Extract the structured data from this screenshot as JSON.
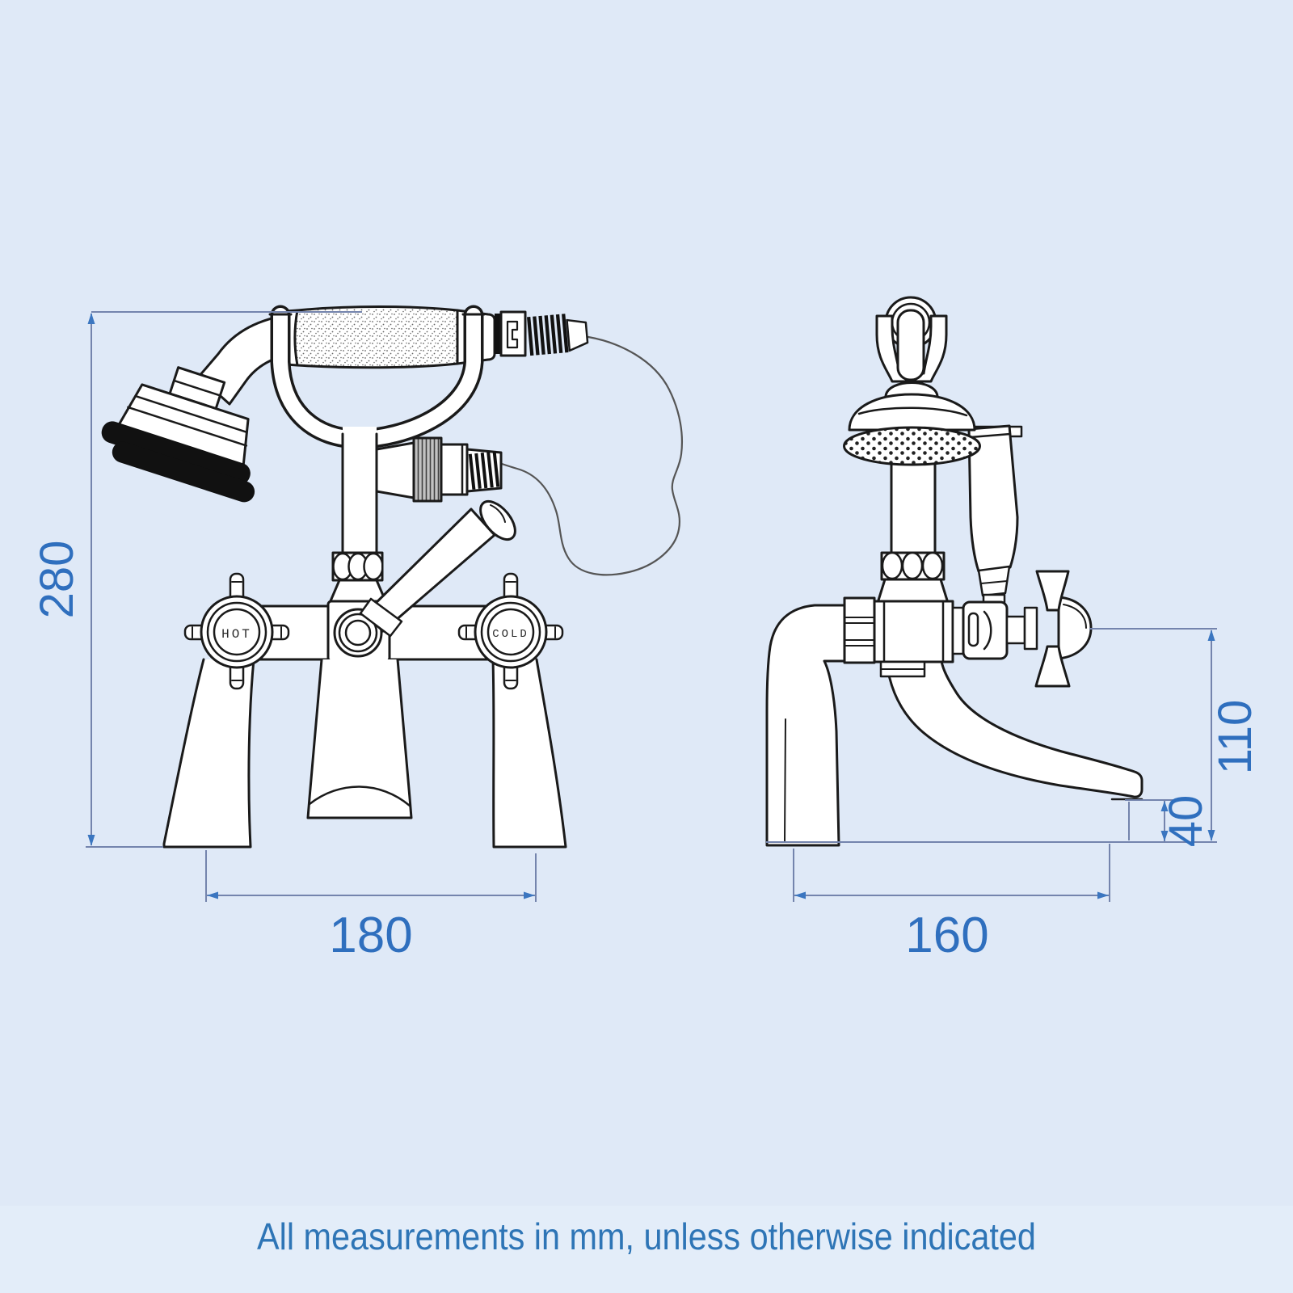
{
  "page": {
    "caption": "All measurements in mm, unless otherwise indicated"
  },
  "front_view": {
    "handle_labels": {
      "hot": "HOT",
      "cold": "COLD"
    },
    "dimensions": {
      "overall_height_mm": "280",
      "base_width_mm": "180"
    }
  },
  "side_view": {
    "dimensions": {
      "handle_height_mm": "110",
      "spout_height_mm": "40",
      "depth_mm": "160"
    }
  },
  "colors": {
    "background": "#dfe9f7",
    "drawing_line": "#1a1a1a",
    "dimension_line": "#7484ad",
    "dimension_arrow": "#3b76c0",
    "dimension_text": "#2f6fbe",
    "caption_text": "#2e75b6"
  }
}
